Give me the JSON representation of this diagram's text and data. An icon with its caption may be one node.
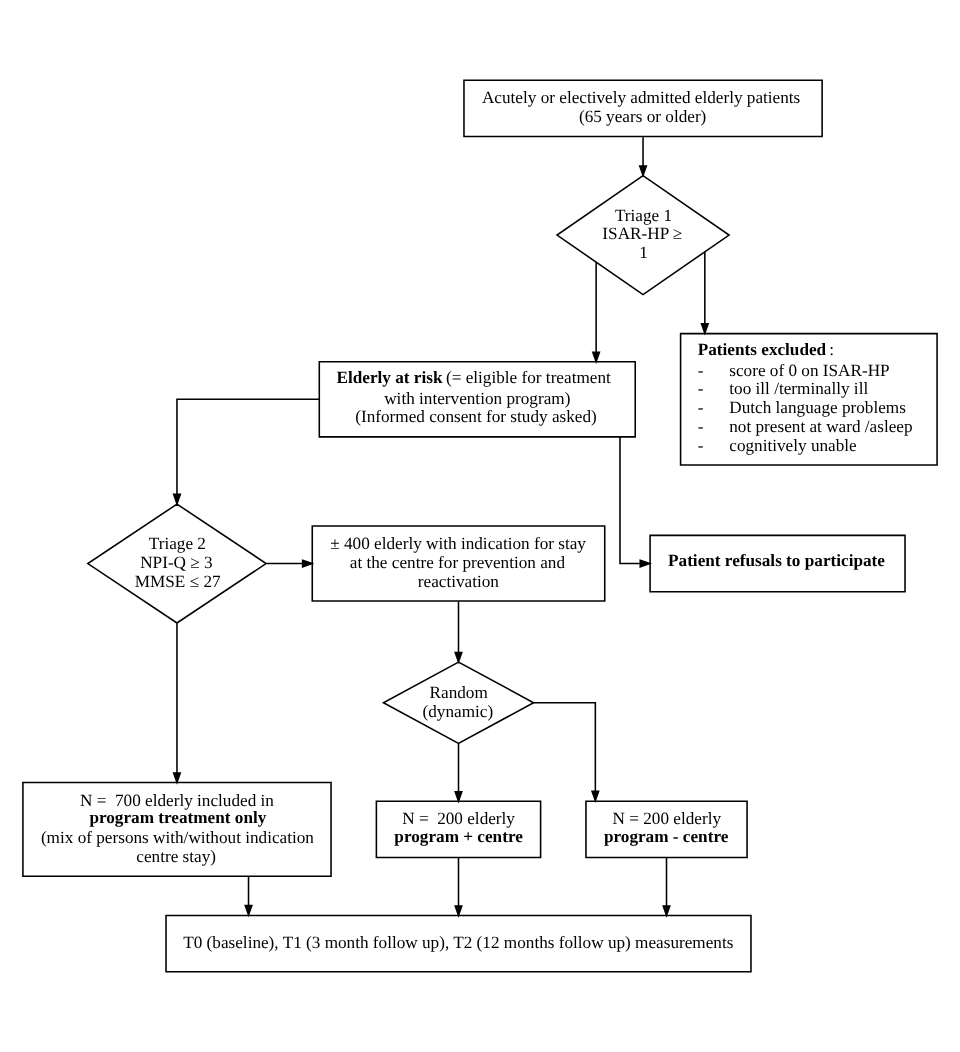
{
  "diagram": {
    "nodes": [
      {
        "text": [
          "Acutely or electively admitted elderly patients (65 years or older)"
        ]
      },
      {
        "text": [
          "Triage 1 ISAR-HP ≥ 1"
        ]
      },
      {
        "text": [
          "**Patients excluded**:",
          "-      score of 0 on ISAR-HP",
          "-      too ill /terminally ill",
          "-      Dutch language problems",
          "-      not present at ward /asleep",
          "-      cognitively unable"
        ]
      },
      {
        "text": [
          "**Elderly at risk** (= eligible for treatment with intervention program)",
          "(Informed consent for study asked)"
        ]
      },
      {
        "text": [
          "**Patient refusals to participate**"
        ]
      },
      {
        "text": [
          "Triage 2 NPI-Q ≥ 3 MMSE ≤ 27"
        ]
      },
      {
        "text": [
          "± 400 elderly with indication for stay at the centre for prevention and reactivation"
        ]
      },
      {
        "text": [
          "Random (dynamic)"
        ]
      },
      {
        "text": [
          "N =  700 elderly included in",
          "**program treatment only**",
          "(mix of persons with/without indication centre stay)"
        ]
      },
      {
        "text": [
          "N =  200 elderly",
          "**program + centre**"
        ]
      },
      {
        "text": [
          "N = 200 elderly",
          "**program - centre**"
        ]
      },
      {
        "text": [
          "T0 (baseline), T1 (3 month follow up), T2 (12 months follow up) measurements"
        ]
      }
    ],
    "edges": [
      {
        "from": 0,
        "to": 1,
        "arrow": "to"
      },
      {
        "from": 1,
        "to": 3,
        "arrow": "to"
      },
      {
        "from": 1,
        "to": 2,
        "arrow": "to"
      },
      {
        "from": 3,
        "to": 5,
        "arrow": "to"
      },
      {
        "from": 3,
        "to": 4,
        "arrow": "to"
      },
      {
        "from": 5,
        "to": 6,
        "arrow": "to"
      },
      {
        "from": 5,
        "to": 8,
        "arrow": "to"
      },
      {
        "from": 6,
        "to": 7,
        "arrow": "to"
      },
      {
        "from": 7,
        "to": 9,
        "arrow": "to"
      },
      {
        "from": 7,
        "to": 10,
        "arrow": "to"
      },
      {
        "from": 8,
        "to": 11,
        "arrow": "to"
      },
      {
        "from": 9,
        "to": 11,
        "arrow": "to"
      },
      {
        "from": 10,
        "to": 11,
        "arrow": "to"
      }
    ]
  }
}
